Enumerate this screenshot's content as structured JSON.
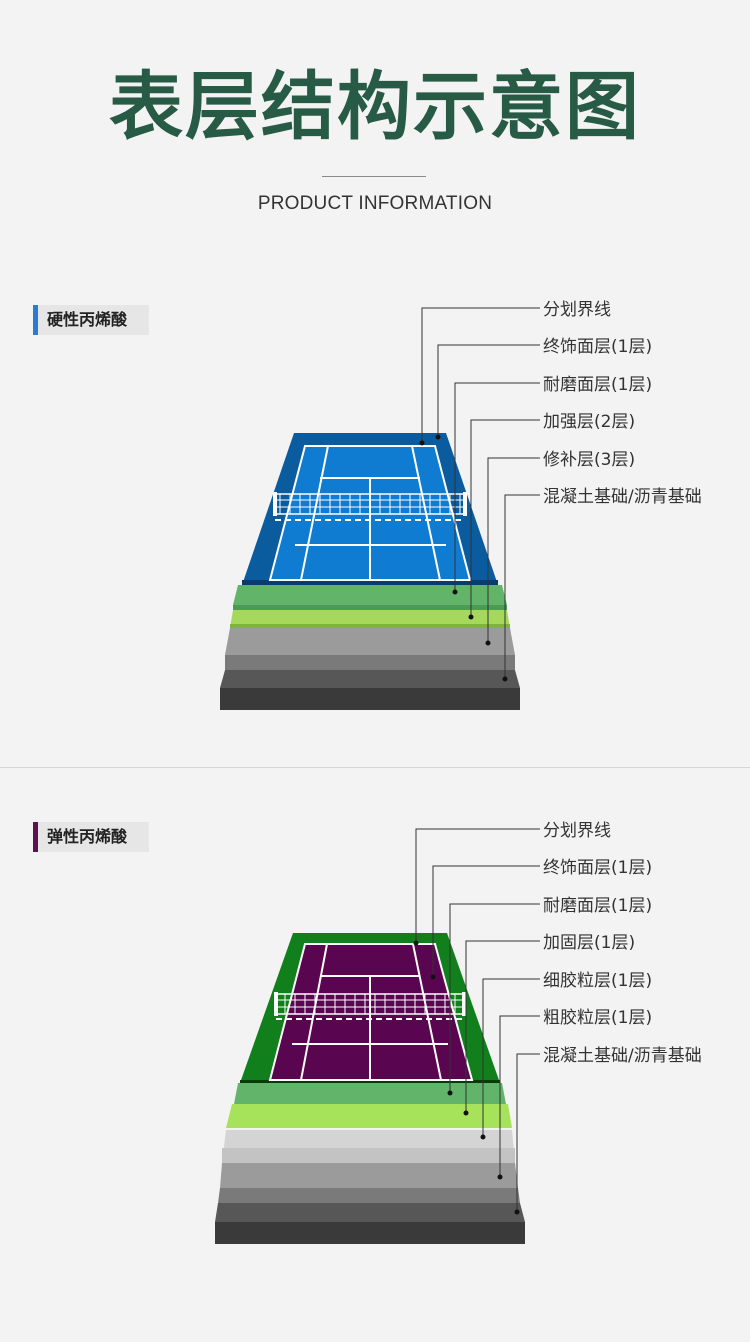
{
  "header": {
    "title": "表层结构示意图",
    "subtitle": "PRODUCT INFORMATION"
  },
  "sections": [
    {
      "tag": "硬性丙烯酸",
      "accent": "#2b7cd1",
      "court_surface": "#0f7bd1",
      "court_border": "#0a5f9e",
      "labels": [
        "分划界线",
        "终饰面层(1层)",
        "耐磨面层(1层)",
        "加强层(2层)",
        "修补层(3层)",
        "混凝土基础/沥青基础"
      ]
    },
    {
      "tag": "弹性丙烯酸",
      "accent": "#5c1150",
      "court_surface": "#5a0550",
      "court_border": "#0f7a1a",
      "labels": [
        "分划界线",
        "终饰面层(1层)",
        "耐磨面层(1层)",
        "加固层(1层)",
        "细胶粒层(1层)",
        "粗胶粒层(1层)",
        "混凝土基础/沥青基础"
      ]
    }
  ]
}
